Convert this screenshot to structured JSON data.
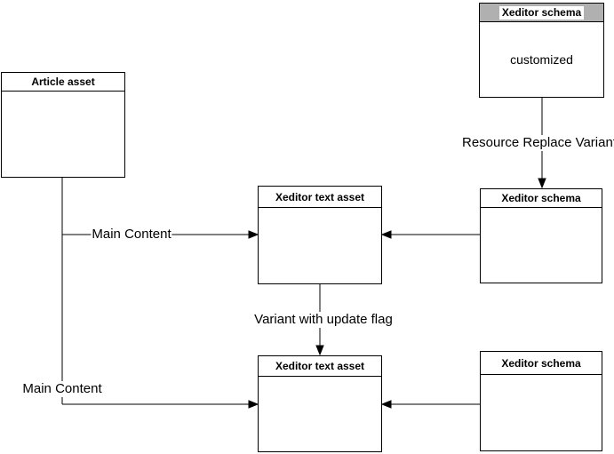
{
  "diagram": {
    "colors": {
      "line": "#000000",
      "canvas_background": "#ffffff",
      "node_background": "#ffffff",
      "schema_customized_header_background": "#b0b0b0",
      "schema_customized_title_highlight": "#ffffff"
    },
    "nodes": {
      "article_asset": {
        "title": "Article asset"
      },
      "schema_customized": {
        "title": "Xeditor schema",
        "body": "customized"
      },
      "text_asset_mid": {
        "title": "Xeditor text asset"
      },
      "schema_mid": {
        "title": "Xeditor schema"
      },
      "text_asset_bottom": {
        "title": "Xeditor text asset"
      },
      "schema_bottom": {
        "title": "Xeditor schema"
      }
    },
    "edge_labels": {
      "resource_replace_variant": "Resource Replace Variant",
      "main_content_top": "Main Content",
      "variant_with_update_flag": "Variant with update flag",
      "main_content_bottom": "Main Content"
    }
  }
}
